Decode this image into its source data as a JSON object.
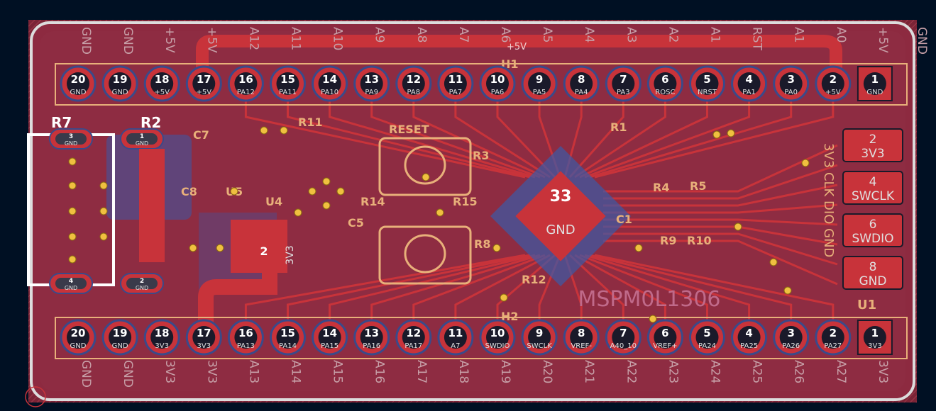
{
  "board": {
    "title": "MSPM0L1306",
    "colors": {
      "background": "#001023",
      "board": "#8d2a40",
      "copper": "#c8333a",
      "via": "#f0c040",
      "silkscreen": "#e8b07a",
      "back_silk": "#5c78b8",
      "edge": "#d0d0d0"
    }
  },
  "top_header": {
    "label": "H1",
    "outer_labels": [
      "GND",
      "GND",
      "+5V",
      "+5V",
      "A12",
      "A11",
      "A10",
      "A9",
      "A8",
      "A7",
      "A6",
      "A5",
      "A4",
      "A3",
      "A2",
      "A1",
      "RST",
      "A1",
      "A0",
      "+5V",
      "GND"
    ],
    "pins": [
      {
        "num": "20",
        "name": "GND"
      },
      {
        "num": "19",
        "name": "GND"
      },
      {
        "num": "18",
        "name": "+5V"
      },
      {
        "num": "17",
        "name": "+5V"
      },
      {
        "num": "16",
        "name": "PA12"
      },
      {
        "num": "15",
        "name": "PA11"
      },
      {
        "num": "14",
        "name": "PA10"
      },
      {
        "num": "13",
        "name": "PA9"
      },
      {
        "num": "12",
        "name": "PA8"
      },
      {
        "num": "11",
        "name": "PA7"
      },
      {
        "num": "10",
        "name": "PA6"
      },
      {
        "num": "9",
        "name": "PA5"
      },
      {
        "num": "8",
        "name": "PA4"
      },
      {
        "num": "7",
        "name": "PA3"
      },
      {
        "num": "6",
        "name": "ROSC"
      },
      {
        "num": "5",
        "name": "NRST"
      },
      {
        "num": "4",
        "name": "PA1"
      },
      {
        "num": "3",
        "name": "PA0"
      },
      {
        "num": "2",
        "name": "+5V"
      },
      {
        "num": "1",
        "name": "GND"
      }
    ]
  },
  "bottom_header": {
    "label": "H2",
    "outer_labels": [
      "GND",
      "GND",
      "3V3",
      "3V3",
      "A13",
      "A14",
      "A15",
      "A16",
      "A17",
      "A18",
      "A19",
      "A20",
      "A21",
      "A22",
      "A23",
      "A24",
      "A25",
      "A26",
      "A27",
      "3V3"
    ],
    "pins": [
      {
        "num": "20",
        "name": "GND"
      },
      {
        "num": "19",
        "name": "GND"
      },
      {
        "num": "18",
        "name": "3V3"
      },
      {
        "num": "17",
        "name": "3V3"
      },
      {
        "num": "16",
        "name": "PA13"
      },
      {
        "num": "15",
        "name": "PA14"
      },
      {
        "num": "14",
        "name": "PA15"
      },
      {
        "num": "13",
        "name": "PA16"
      },
      {
        "num": "12",
        "name": "PA17"
      },
      {
        "num": "11",
        "name": "A7"
      },
      {
        "num": "10",
        "name": "SWDIO"
      },
      {
        "num": "9",
        "name": "SWCLK"
      },
      {
        "num": "8",
        "name": "VREF-"
      },
      {
        "num": "7",
        "name": "A40_10"
      },
      {
        "num": "6",
        "name": "VREF+"
      },
      {
        "num": "5",
        "name": "PA24"
      },
      {
        "num": "4",
        "name": "PA25"
      },
      {
        "num": "3",
        "name": "PA26"
      },
      {
        "num": "2",
        "name": "PA27"
      },
      {
        "num": "1",
        "name": "3V3"
      }
    ]
  },
  "swd_header": {
    "pads": [
      {
        "num": "2",
        "name": "3V3"
      },
      {
        "num": "4",
        "name": "SWCLK"
      },
      {
        "num": "6",
        "name": "SWDIO"
      },
      {
        "num": "8",
        "name": "GND"
      }
    ],
    "side_label": "3V3 CLK DIO GND",
    "ref": "U1"
  },
  "mcu": {
    "pad_num": "33",
    "pad_name": "GND"
  },
  "power_label": "+5V",
  "usb": {
    "refs": [
      "R7",
      "R2"
    ],
    "shield_pads": [
      {
        "num": "3",
        "name": "GND"
      },
      {
        "num": "1",
        "name": "GND"
      },
      {
        "num": "4",
        "name": "GND"
      },
      {
        "num": "2",
        "name": "GND"
      }
    ]
  },
  "refs": {
    "c7": "C7",
    "r11": "R11",
    "u4": "U4",
    "u5": "U5",
    "c8": "C8",
    "r14": "R14",
    "r15": "R15",
    "r4": "R4",
    "r5": "R5",
    "r9": "R9",
    "r10": "R10",
    "r12": "R12",
    "c5": "C5",
    "c1": "C1",
    "r3": "R3",
    "r8": "R8",
    "r1": "R1",
    "rst": "RESET",
    "reg_pad_num": "2",
    "reg_pad_name": "3V3"
  }
}
